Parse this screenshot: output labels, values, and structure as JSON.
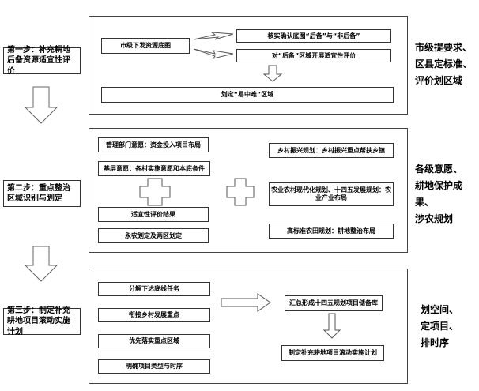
{
  "steps": [
    {
      "title": "第一步：补充耕地后备资源适宜性评价"
    },
    {
      "title": "第二步：重点整治区域识别与划定"
    },
    {
      "title": "第三步：制定补充耕地项目滚动实施计划"
    }
  ],
  "side_notes": [
    [
      "市级提要求、",
      "区县定标准、",
      "评价划区域"
    ],
    [
      "各级意愿、",
      "耕地保护成果、",
      "涉农规划"
    ],
    [
      "划空间、",
      "定项目、",
      "排时序"
    ]
  ],
  "stage1": {
    "base_map": "市级下发资源底图",
    "verify": "核实确认底图“后备”与“非后备”",
    "evaluate": "对“后备”区域开展适宜性评价",
    "delimit": "划定“易中难”区域"
  },
  "stage2": {
    "mgmt_intent": "管理部门意愿：资金投入项目布局",
    "grassroots_intent": "基层意愿：各村实施意愿和本底条件",
    "suitability_result": "适宜性评价结果",
    "farmland_zones": "永农划定及两区划定",
    "rural_revitalization": "乡村振兴规划：乡村振兴重点帮扶乡镇",
    "agri_modernization": "农业农村现代化规划、十四五发展规划：农业产业布局",
    "high_std_farmland": "高标准农田规划：耕地整治布局"
  },
  "stage3": {
    "decompose": "分解下达底线任务",
    "link_rural": "衔接乡村发展重点",
    "prioritize": "优先落实重点区域",
    "specify": "明确项目类型与时序",
    "project_pool": "汇总形成十四五规划项目储备库",
    "rolling_plan": "制定补充耕地项目滚动实施计划"
  }
}
